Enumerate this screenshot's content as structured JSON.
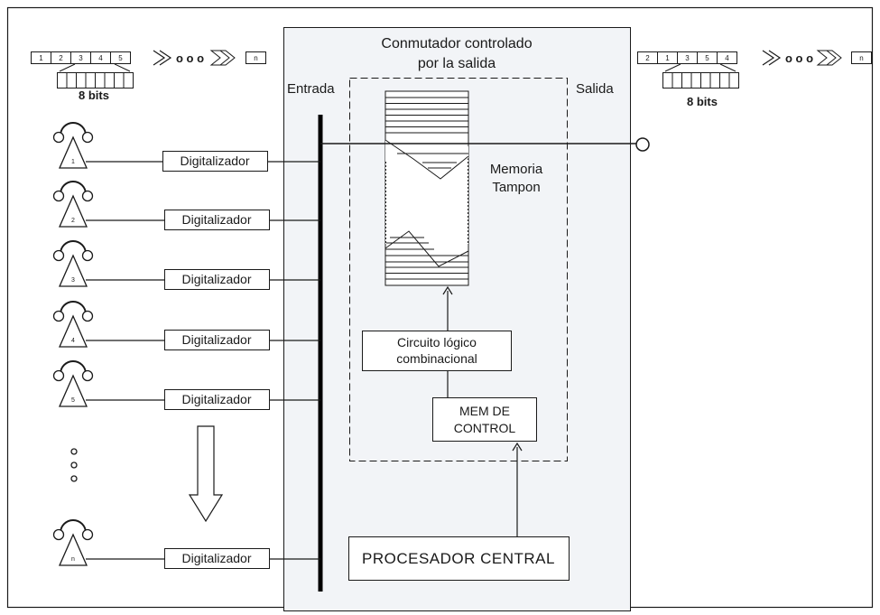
{
  "switch": {
    "title_line1": "Conmutador controlado",
    "title_line2": "por la salida",
    "input_label": "Entrada",
    "output_label": "Salida",
    "buffer_label_line1": "Memoria",
    "buffer_label_line2": "Tampon",
    "logic_line1": "Circuito lógico",
    "logic_line2": "combinacional",
    "ctrl_line1": "MEM DE",
    "ctrl_line2": "CONTROL",
    "cpu": "PROCESADOR CENTRAL"
  },
  "frame_in": {
    "slots": [
      "1",
      "2",
      "3",
      "4",
      "5"
    ],
    "dots": "o o o",
    "last": "n",
    "bits_label": "8 bits"
  },
  "frame_out": {
    "slots": [
      "2",
      "1",
      "3",
      "5",
      "4"
    ],
    "dots": "o o o",
    "last": "n",
    "bits_label": "8 bits"
  },
  "phones": [
    {
      "number": "1",
      "digitizer": "Digitalizador"
    },
    {
      "number": "2",
      "digitizer": "Digitalizador"
    },
    {
      "number": "3",
      "digitizer": "Digitalizador"
    },
    {
      "number": "4",
      "digitizer": "Digitalizador"
    },
    {
      "number": "5",
      "digitizer": "Digitalizador"
    },
    {
      "number": "n",
      "digitizer": "Digitalizador"
    }
  ],
  "colors": {
    "switch_fill": "#f2f4f7",
    "line": "#1a1a1a"
  }
}
